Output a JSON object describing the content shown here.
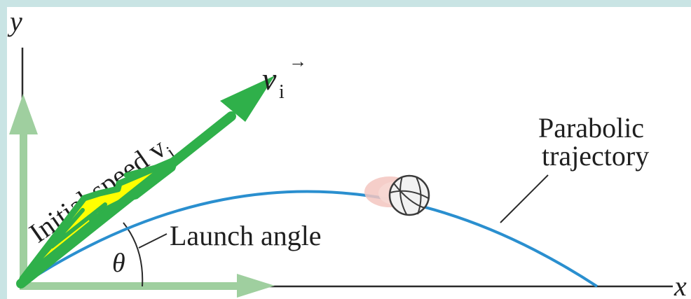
{
  "diagram": {
    "axis_y_label": "y",
    "axis_x_label": "x",
    "velocity_vector_symbol": "v",
    "velocity_vector_subscript": "i",
    "velocity_vector_arrow": "→",
    "initial_speed_label": "Initial speed v",
    "initial_speed_subscript": "i",
    "launch_angle_label": "Launch angle",
    "theta_symbol": "θ",
    "trajectory_label_line1": "Parabolic",
    "trajectory_label_line2": "trajectory"
  },
  "colors": {
    "background": "#c9e4e4",
    "panel": "#ffffff",
    "trajectory": "#2a8fcf",
    "component_arrows": "#9fcf9f",
    "velocity_arrow": "#2fb04a",
    "highlight": "#ffff00",
    "ball_glow": "#f3c6c0"
  }
}
